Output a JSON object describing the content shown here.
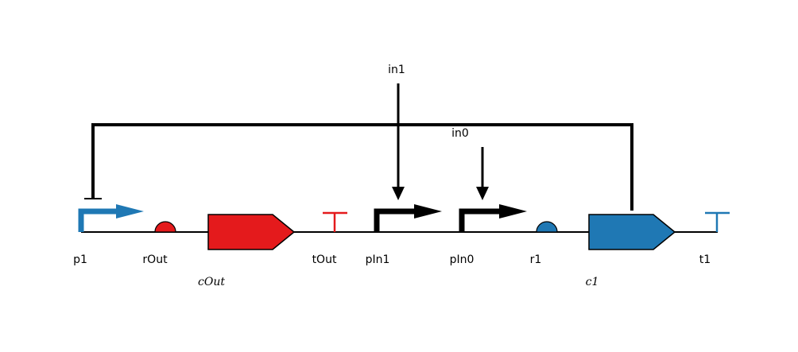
{
  "colors": {
    "red": "#e41a1c",
    "blue": "#1f78b4",
    "black": "#000000"
  },
  "parts": {
    "p1": "p1",
    "rOut": "rOut",
    "cOut": "cOut",
    "tOut": "tOut",
    "pIn1": "pIn1",
    "pIn0": "pIn0",
    "r1": "r1",
    "c1": "c1",
    "t1": "t1"
  },
  "inputs": {
    "in1": "in1",
    "in0": "in0"
  }
}
